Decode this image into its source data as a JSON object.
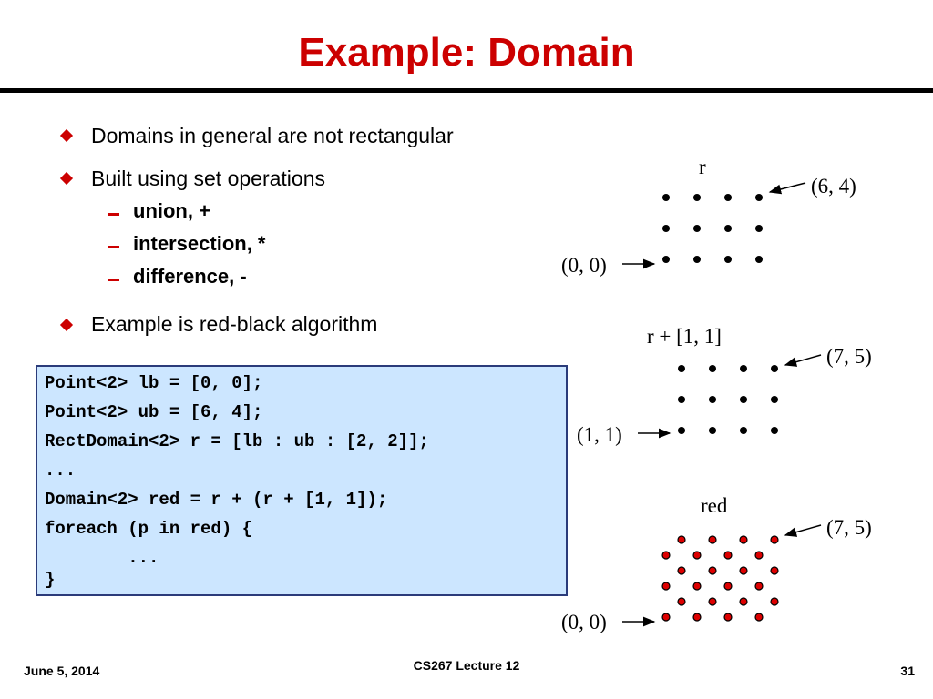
{
  "title": "Example: Domain",
  "bullets": [
    "Domains in general are not rectangular",
    "Built using set operations",
    "Example is red-black algorithm"
  ],
  "sub_bullets": [
    "union, +",
    "intersection, *",
    "difference, -"
  ],
  "code_lines": [
    "Point<2> lb = [0, 0];",
    "Point<2> ub = [6, 4];",
    "RectDomain<2> r = [lb : ub : [2, 2]];",
    "...",
    "Domain<2> red = r + (r + [1, 1]);",
    "foreach (p in red) {",
    "        ...",
    "}"
  ],
  "diagrams": {
    "r": {
      "label": "r",
      "top_right": "(6, 4)",
      "bottom_left": "(0, 0)",
      "grid": [
        4,
        3
      ]
    },
    "r_shift": {
      "label": "r + [1, 1]",
      "top_right": "(7, 5)",
      "bottom_left": "(1, 1)",
      "grid": [
        4,
        3
      ]
    },
    "red": {
      "label": "red",
      "top_right": "(7, 5)",
      "bottom_left": "(0, 0)",
      "point_color": "#dd0000"
    }
  },
  "footer": {
    "date": "June 5, 2014",
    "course": "CS267 Lecture 12",
    "page": "31"
  },
  "colors": {
    "accent": "#cc0000",
    "code_bg": "#cce6ff",
    "code_border": "#2b3b7a"
  }
}
